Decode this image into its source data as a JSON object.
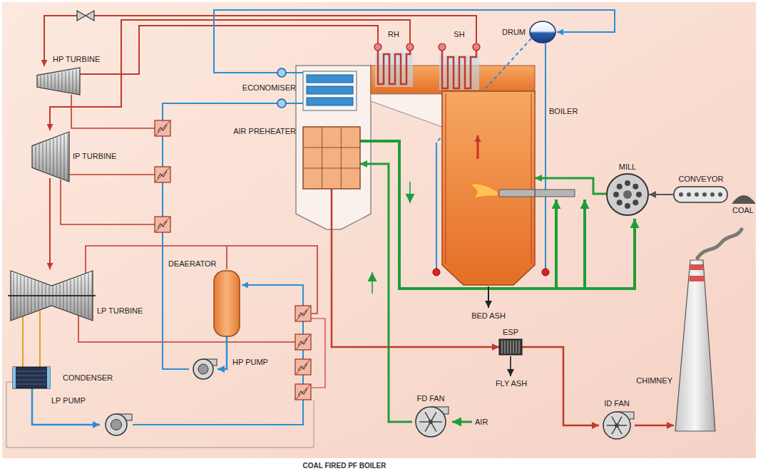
{
  "diagram": {
    "caption": "COAL FIRED PF BOILER",
    "nodes": [
      {
        "text": [
          "HP TURBINE"
        ]
      },
      {
        "text": [
          "DRUM"
        ]
      },
      {
        "text": [
          "ECONOMISER"
        ]
      },
      {
        "text": [
          "AIR PREHEATER"
        ]
      },
      {
        "text": [
          "BOILER"
        ]
      },
      {
        "text": [
          "IP TURBINE"
        ]
      },
      {
        "text": [
          "MILL"
        ]
      },
      {
        "text": [
          "CONVEYOR"
        ]
      },
      {
        "text": [
          "DEAERATOR"
        ]
      },
      {
        "text": [
          "LP TURBINE"
        ]
      },
      {
        "text": [
          "ESP"
        ]
      },
      {
        "text": [
          "CONDENSER"
        ]
      },
      {
        "text": [
          "HP PUMP"
        ]
      },
      {
        "text": [
          "FD FAN"
        ]
      },
      {
        "text": [
          "LP PUMP"
        ]
      },
      {
        "text": [
          "CHIMNEY"
        ]
      },
      {
        "text": [
          "ID FAN"
        ]
      }
    ],
    "edges": [
      {
        "from": 7,
        "to": 6,
        "arrow": "to"
      },
      {
        "from": 6,
        "to": 4,
        "arrow": "to"
      },
      {
        "from": 13,
        "to": 3,
        "arrow": "to"
      },
      {
        "from": 3,
        "to": 10,
        "arrow": "to"
      },
      {
        "from": 10,
        "to": 16,
        "arrow": "to"
      },
      {
        "from": 16,
        "to": 15,
        "arrow": "to"
      },
      {
        "from": 11,
        "to": 14,
        "arrow": "to"
      },
      {
        "from": 8,
        "to": 12,
        "arrow": "to"
      }
    ],
    "labels": [
      "RH",
      "SH",
      "BED ASH",
      "FLY ASH",
      "AIR",
      "COAL"
    ]
  }
}
